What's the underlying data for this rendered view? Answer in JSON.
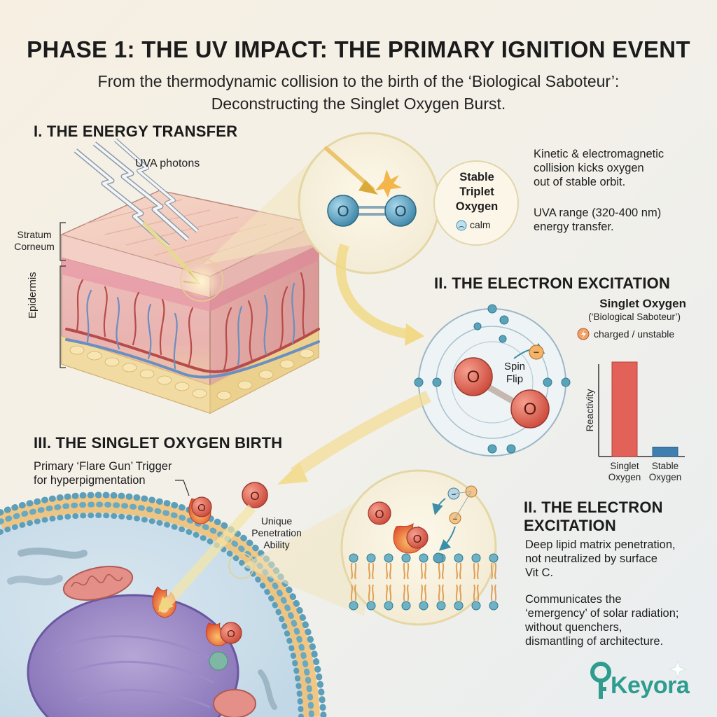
{
  "header": {
    "title": "PHASE 1: THE UV IMPACT: THE PRIMARY IGNITION EVENT",
    "subtitle_line1": "From the thermodynamic collision to the birth of the ‘Biological Saboteur’:",
    "subtitle_line2": "Deconstructing the Singlet Oxygen Burst."
  },
  "section1": {
    "heading": "I. THE ENERGY TRANSFER",
    "uva_label": "UVA photons",
    "stratum_label_1": "Stratum",
    "stratum_label_2": "Corneum",
    "epidermis_label": "Epidermis",
    "triplet_title_1": "Stable",
    "triplet_title_2": "Triplet",
    "triplet_title_3": "Oxygen",
    "triplet_state": "calm",
    "desc1_line1": "Kinetic & electromagnetic",
    "desc1_line2": "collision kicks oxygen",
    "desc1_line3": "out of stable orbit.",
    "desc2_line1": "UVA range (320-400 nm)",
    "desc2_line2": "energy transfer.",
    "atom_symbol": "O"
  },
  "section2": {
    "heading": "II. THE ELECTRON EXCITATION",
    "singlet_title": "Singlet Oxygen",
    "singlet_sub": "(‘Biological Saboteur’)",
    "singlet_state": "charged / unstable",
    "spin_label_1": "Spin",
    "spin_label_2": "Flip",
    "electron_symbol": "−"
  },
  "chart_data": {
    "type": "bar",
    "ylabel": "Reactivity",
    "categories": [
      "Singlet Oxygen",
      "Stable Oxygen"
    ],
    "values": [
      100,
      10
    ],
    "colors": [
      "#e2625a",
      "#3f7fb0"
    ],
    "ylim": [
      0,
      100
    ],
    "tick_line1": [
      "Singlet",
      "Stable"
    ],
    "tick_line2": [
      "Oxygen",
      "Oxygen"
    ]
  },
  "section3": {
    "heading": "III. THE SINGLET OXYGEN BIRTH",
    "trigger_line1": "Primary ‘Flare Gun’ Trigger",
    "trigger_line2": "for hyperpigmentation",
    "penetration_1": "Unique",
    "penetration_2": "Penetration",
    "penetration_3": "Ability"
  },
  "section4": {
    "heading_line1": "II. THE ELECTRON",
    "heading_line2": "EXCITATION",
    "desc1_line1": "Deep lipid matrix penetration,",
    "desc1_line2": "not neutralized by surface",
    "desc1_line3": "Vit C.",
    "desc2_line1": "Communicates the",
    "desc2_line2": "‘emergency’ of solar radiation;",
    "desc2_line3": "without quenchers,",
    "desc2_line4": "dismantling of architecture."
  },
  "brand": {
    "name": "Keyora",
    "color": "#2e9c8e"
  }
}
